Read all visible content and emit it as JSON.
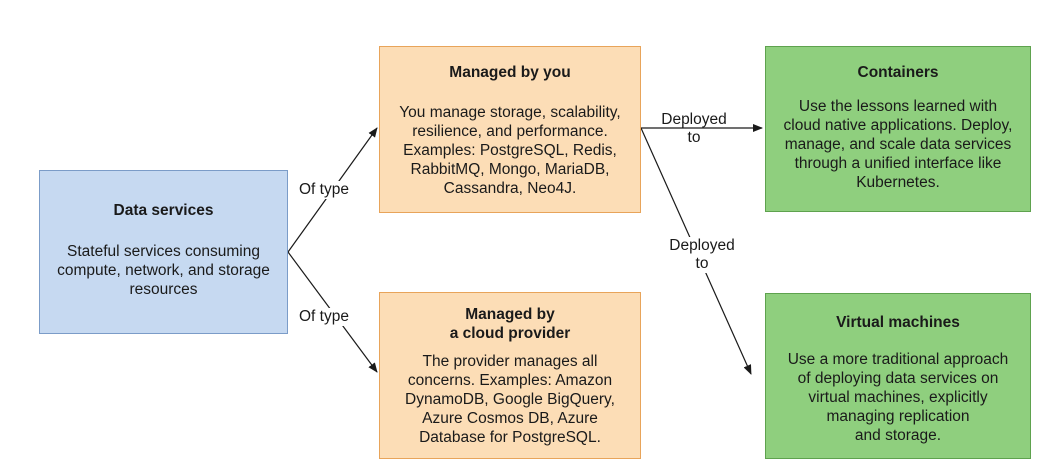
{
  "nodes": {
    "data_services": {
      "title": "Data services",
      "body": "Stateful services consuming\ncompute, network, and storage\nresources"
    },
    "managed_by_you": {
      "title": "Managed by you",
      "body": "You manage storage, scalability,\nresilience, and performance.\nExamples: PostgreSQL, Redis,\nRabbitMQ, Mongo, MariaDB,\nCassandra, Neo4J."
    },
    "managed_by_cloud": {
      "title": "Managed by\na cloud provider",
      "body": "The provider manages all\nconcerns. Examples: Amazon\nDynamoDB, Google BigQuery,\nAzure Cosmos DB, Azure\nDatabase for PostgreSQL."
    },
    "containers": {
      "title": "Containers",
      "body": "Use the lessons learned with\ncloud native applications. Deploy,\nmanage, and scale data services\nthrough a unified interface like\nKubernetes."
    },
    "virtual_machines": {
      "title": "Virtual machines",
      "body": "Use a more traditional approach\nof deploying data services on\nvirtual machines, explicitly\nmanaging replication\nand storage."
    }
  },
  "edges": {
    "of_type_top": "Of type",
    "of_type_bottom": "Of type",
    "deployed_to_containers": "Deployed\nto",
    "deployed_to_vms": "Deployed\nto"
  },
  "colors": {
    "data_services_fill": "#c6d9f1",
    "managed_fill": "#fcddb6",
    "deployment_fill": "#8fcf7e",
    "arrow": "#1a1a1a"
  }
}
